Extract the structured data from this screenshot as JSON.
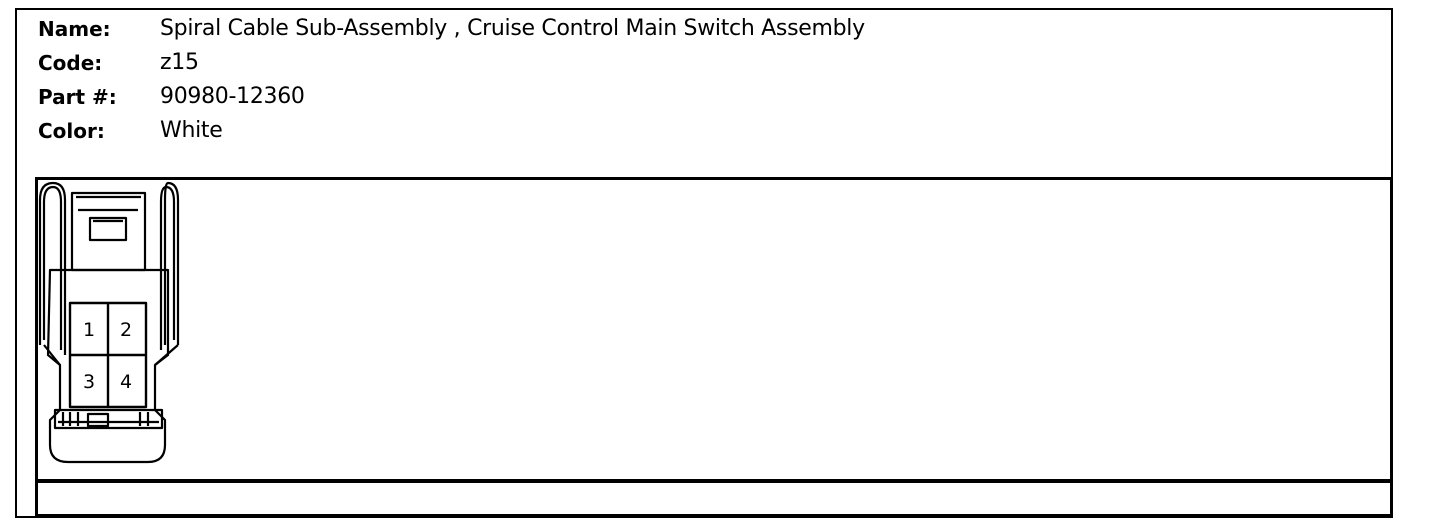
{
  "info": {
    "name_label": "Name:",
    "name_value": "Spiral Cable Sub-Assembly , Cruise Control Main Switch Assembly",
    "code_label": "Code:",
    "code_value": "z15",
    "part_label": "Part #:",
    "part_value": "90980-12360",
    "color_label": "Color:",
    "color_value": "White"
  },
  "connector": {
    "pins": [
      "1",
      "2",
      "3",
      "4"
    ]
  }
}
